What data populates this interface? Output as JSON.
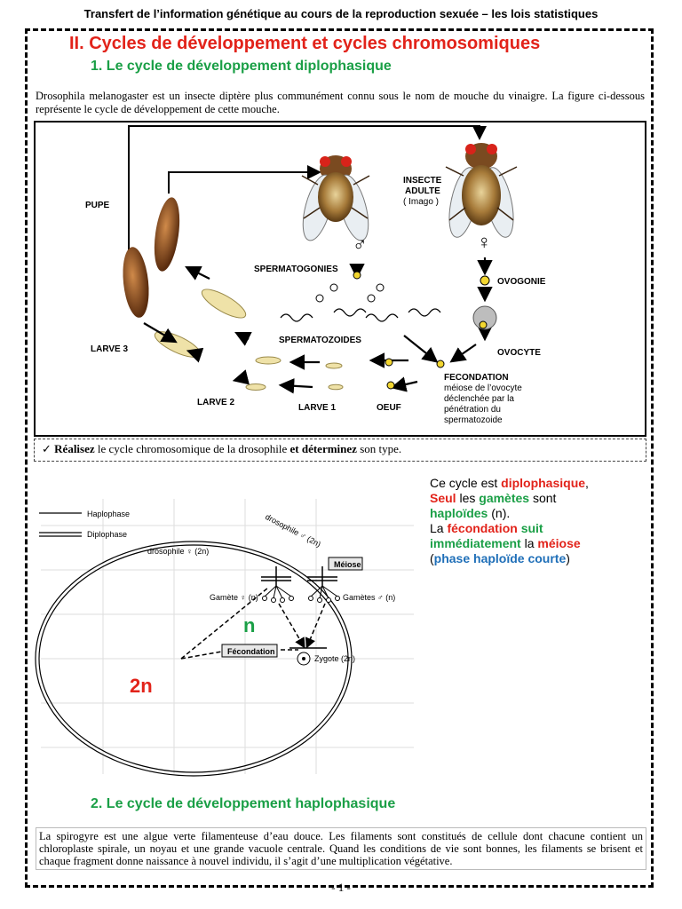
{
  "header": {
    "title": "Transfert de l’information génétique au cours de la reproduction sexuée – les lois statistiques"
  },
  "section": {
    "title": "II. Cycles de développement et cycles chromosomiques",
    "sub1": "1.  Le cycle de développement diplophasique",
    "intro": "Drosophila melanogaster est un insecte diptère plus communément connu sous le nom de mouche du vinaigre. La figure ci-dessous représente le cycle de développement de cette mouche.",
    "sub2": "2.  Le cycle de développement haplophasique",
    "spirogyre": "La spirogyre est une algue verte filamenteuse d’eau douce. Les filaments sont constitués de cellule dont chacune contient un chloroplaste spirale, un noyau et une grande vacuole centrale. Quand les conditions de vie sont bonnes, les filaments se brisent et chaque fragment donne naissance à nouvel individu, il s’agit d’une multiplication végétative."
  },
  "figure1": {
    "pupe": "PUPE",
    "adult1": "INSECTE",
    "adult2": "ADULTE",
    "adult3": "( Imago )",
    "male": "♂",
    "female": "♀",
    "spermatogonies": "SPERMATOGONIES",
    "spermatozoides": "SPERMATOZOIDES",
    "ovogonie": "OVOGONIE",
    "ovocyte": "OVOCYTE",
    "larve3": "LARVE 3",
    "larve2": "LARVE 2",
    "larve1": "LARVE 1",
    "oeuf": "OEUF",
    "fec1": "FECONDATION",
    "fec2": "méiose de l’ovocyte",
    "fec3": "déclenchée par la",
    "fec4": "pénétration du",
    "fec5": "spermatozoide"
  },
  "task": {
    "check": "✓",
    "verb1": "Réalisez",
    "mid": " le cycle chromosomique de la drosophile ",
    "verb2": "et déterminez",
    "end": " son type."
  },
  "answer": {
    "l1a": "Ce cycle est ",
    "l1b": "diplophasique",
    "l1c": ",",
    "l2a": "Seul",
    "l2b": " les ",
    "l2c": "gamètes",
    "l2d": " sont",
    "l3a": "haploïdes",
    "l3b": " (n).",
    "l4a": "La ",
    "l4b": "fécondation",
    "l4c": " suit",
    "l5a": "immédiatement",
    "l5b": " la ",
    "l5c": "méiose",
    "l6a": "(",
    "l6b": "phase haploïde courte",
    "l6c": ")"
  },
  "figure2": {
    "haplophase": "Haplophase",
    "diplophase": "Diplophase",
    "female2n": "drosophile ♀ (2n)",
    "male2n": "drosophile ♂ (2n)",
    "meiose": "Méiose",
    "gamF": "Gamète ♀ (n)",
    "gamM": "Gamètes ♂ (n)",
    "fecondation": "Fécondation",
    "zygote": "Zygote (2n)",
    "n": "n",
    "twoN": "2n"
  },
  "page": {
    "number": "- 1 -"
  }
}
